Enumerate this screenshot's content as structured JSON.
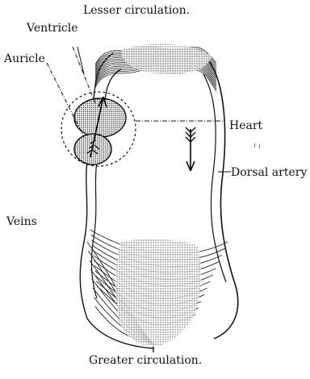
{
  "figure": {
    "top_caption": "Lesser circulation.",
    "bottom_caption": "Greater circulation.",
    "labels": {
      "ventricle": "Ventricle",
      "auricle": "Auricle",
      "heart": "Heart",
      "dorsal_artery": "Dorsal artery",
      "veins": "Veins"
    }
  }
}
